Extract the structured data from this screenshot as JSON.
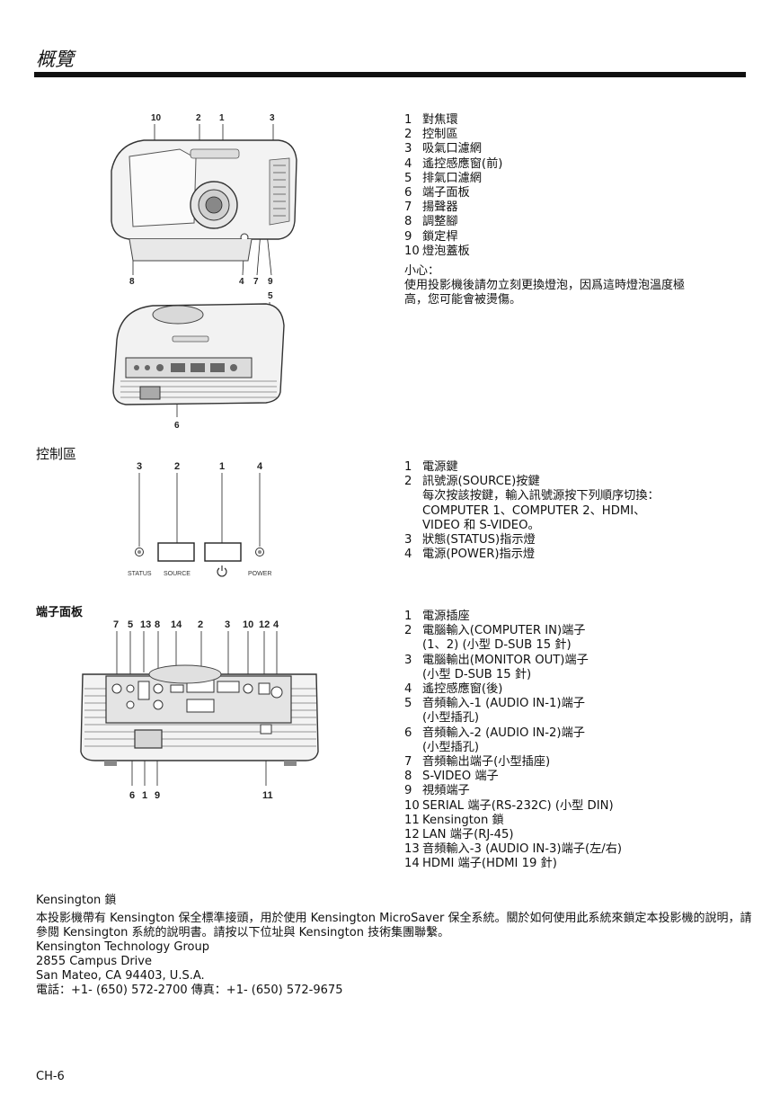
{
  "header": {
    "title": "概覽"
  },
  "main_list": [
    {
      "n": "1",
      "text": "對焦環"
    },
    {
      "n": "2",
      "text": "控制區"
    },
    {
      "n": "3",
      "text": "吸氣口濾網"
    },
    {
      "n": "4",
      "text": "遙控感應窗(前)"
    },
    {
      "n": "5",
      "text": "排氣口濾網"
    },
    {
      "n": "6",
      "text": "端子面板"
    },
    {
      "n": "7",
      "text": "揚聲器"
    },
    {
      "n": "8",
      "text": "調整腳"
    },
    {
      "n": "9",
      "text": "鎖定桿"
    },
    {
      "n": "10",
      "text": "燈泡蓋板"
    }
  ],
  "caution": {
    "title": "小心：",
    "text": "使用投影機後請勿立刻更換燈泡，因爲這時燈泡溫度極高，您可能會被燙傷。"
  },
  "control": {
    "heading": "控制區",
    "callouts": [
      "3",
      "2",
      "1",
      "4"
    ],
    "labels": {
      "status": "STATUS",
      "source": "SOURCE",
      "power": "POWER"
    },
    "list": [
      {
        "n": "1",
        "text": "電源鍵",
        "sub": []
      },
      {
        "n": "2",
        "text": "訊號源(SOURCE)按鍵",
        "sub": [
          "每次按該按鍵，輸入訊號源按下列順序切換：",
          "COMPUTER 1、COMPUTER 2、HDMI、",
          "VIDEO 和 S-VIDEO。"
        ]
      },
      {
        "n": "3",
        "text": "狀態(STATUS)指示燈",
        "sub": []
      },
      {
        "n": "4",
        "text": "電源(POWER)指示燈",
        "sub": []
      }
    ]
  },
  "terminal": {
    "heading": "端子面板",
    "top_callouts": [
      "7",
      "5",
      "13",
      "8",
      "14",
      "2",
      "3",
      "10",
      "12",
      "4"
    ],
    "bottom_callouts": [
      "6",
      "1",
      "9",
      "11"
    ],
    "list": [
      {
        "n": "1",
        "text": "電源插座",
        "sub": []
      },
      {
        "n": "2",
        "text": "電腦輸入(COMPUTER IN)端子",
        "sub": [
          "(1、2) (小型 D-SUB 15 針)"
        ]
      },
      {
        "n": "3",
        "text": "電腦輸出(MONITOR OUT)端子",
        "sub": [
          "(小型 D-SUB 15  針)"
        ]
      },
      {
        "n": "4",
        "text": "遙控感應窗(後)",
        "sub": []
      },
      {
        "n": "5",
        "text": "音頻輸入-1 (AUDIO IN-1)端子",
        "sub": [
          "(小型插孔)"
        ]
      },
      {
        "n": "6",
        "text": "音頻輸入-2 (AUDIO IN-2)端子",
        "sub": [
          "(小型插孔)"
        ]
      },
      {
        "n": "7",
        "text": "音頻輸出端子(小型插座)",
        "sub": []
      },
      {
        "n": "8",
        "text": "S-VIDEO 端子",
        "sub": []
      },
      {
        "n": "9",
        "text": "視頻端子",
        "sub": []
      },
      {
        "n": "10",
        "text": "SERIAL 端子(RS-232C) (小型 DIN)",
        "sub": []
      },
      {
        "n": "11",
        "text": "Kensington 鎖",
        "sub": []
      },
      {
        "n": "12",
        "text": "LAN 端子(RJ-45)",
        "sub": []
      },
      {
        "n": "13",
        "text": "音頻輸入-3 (AUDIO IN-3)端子(左/右)",
        "sub": []
      },
      {
        "n": "14",
        "text": "HDMI 端子(HDMI 19 針)",
        "sub": []
      }
    ]
  },
  "kensington": {
    "title": "Kensington 鎖",
    "lines": [
      "本投影機帶有 Kensington 保全標準接頭，用於使用 Kensington MicroSaver 保全系統。關於如何使用此系統來鎖定本投影機的說明，請參閱 Kensington 系統的說明書。請按以下位址與 Kensington 技術集團聯繫。",
      "Kensington Technology Group",
      "2855 Campus Drive",
      "San Mateo, CA 94403, U.S.A.",
      "電話：+1- (650) 572-2700  傳真：+1- (650) 572-9675"
    ]
  },
  "diagram_top": {
    "callouts": [
      "10",
      "2",
      "1",
      "3",
      "8",
      "4",
      "7",
      "9",
      "5",
      "6"
    ]
  },
  "footer": {
    "page": "CH-6"
  }
}
